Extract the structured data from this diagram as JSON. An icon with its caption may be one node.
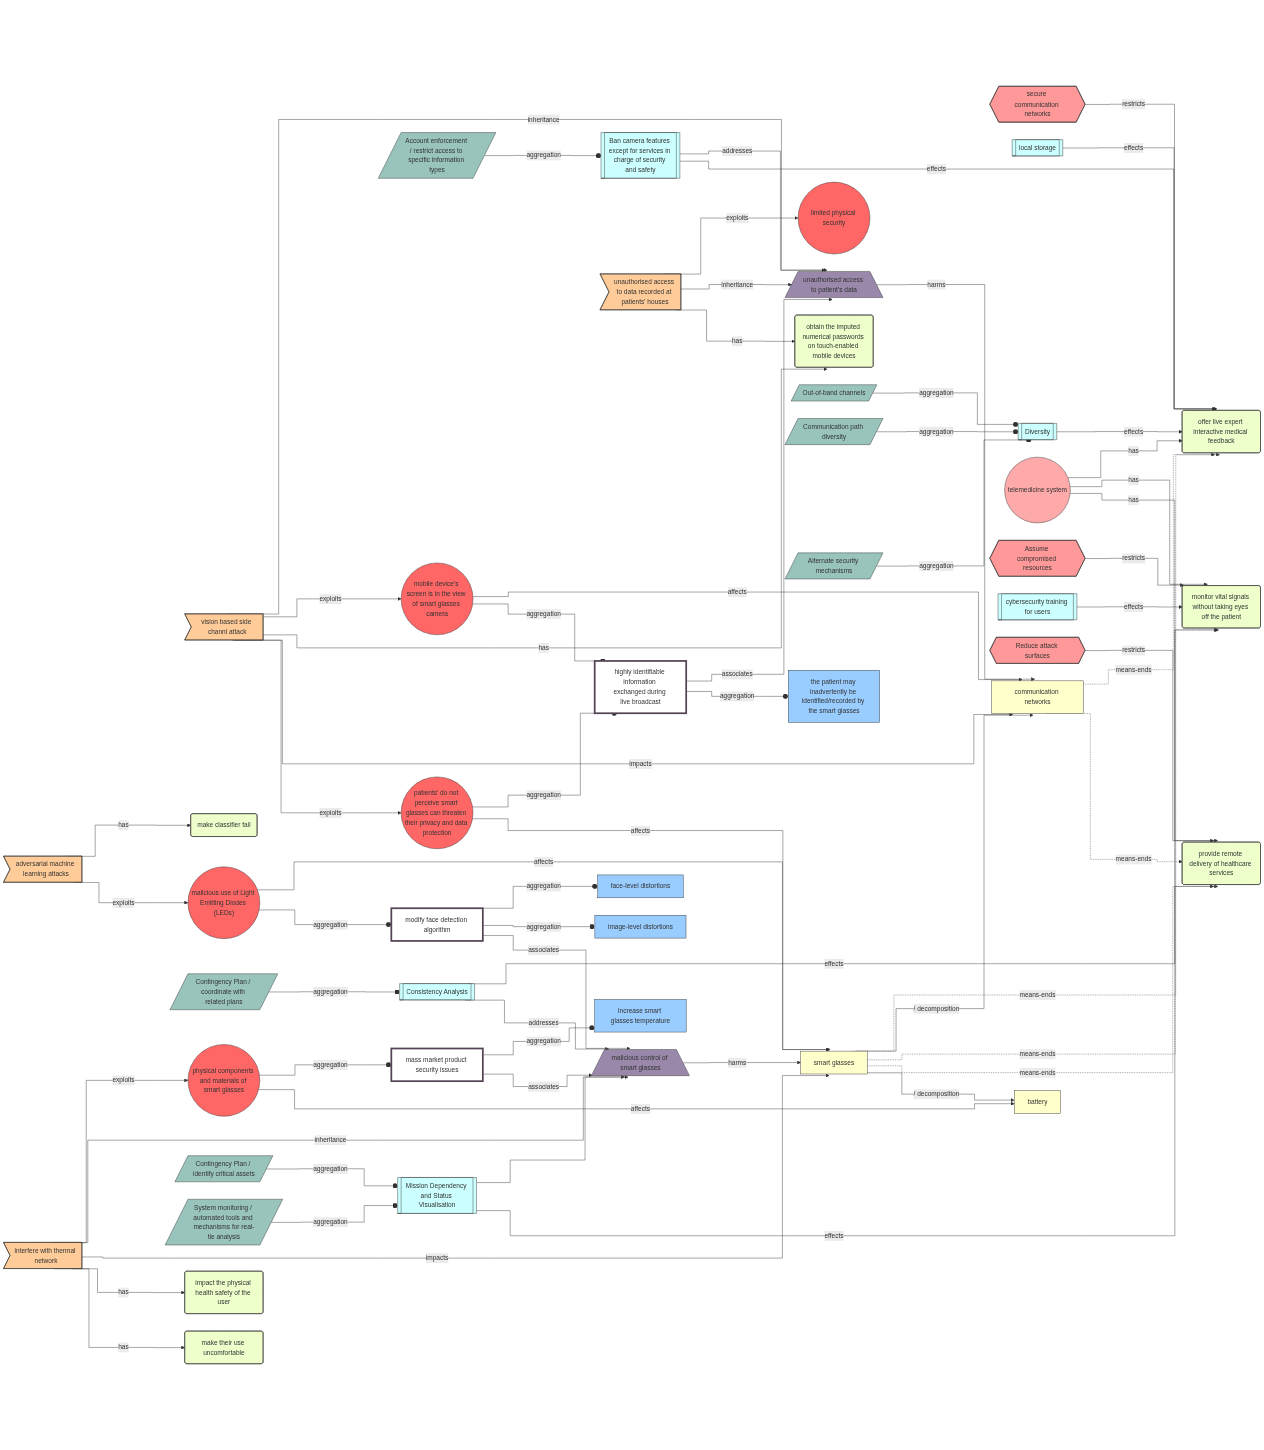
{
  "diagram": {
    "nodes": [
      {
        "text": [
          "Ban camera features except for services in charge of security and safety"
        ]
      },
      {
        "text": [
          "limited physical security"
        ]
      },
      {
        "text": [
          "unauthorised access to patient's data"
        ]
      },
      {
        "text": [
          "highly identifiable information exchanged during live broadcast"
        ]
      },
      {
        "text": [
          "the patient may inadvertently be identified/recorded by the smart glasses"
        ]
      },
      {
        "text": [
          "unauthorised access to data recorded at patients' houses"
        ]
      },
      {
        "text": [
          "mobile device's screen is in the view of smart glasses camera"
        ]
      },
      {
        "text": [
          "obtain the imputed numerical passwords on touch-enabled mobile devices"
        ]
      },
      {
        "text": [
          "increase smart glasses temperature"
        ]
      },
      {
        "text": [
          "secure communication networks"
        ]
      },
      {
        "text": [
          "Account enforcement / restrict access to specific information types"
        ]
      },
      {
        "text": [
          "Out-of-band channels"
        ]
      },
      {
        "text": [
          "local storage"
        ]
      },
      {
        "text": [
          "offer live expert interactive medical feedback"
        ]
      },
      {
        "text": [
          "communication networks"
        ]
      },
      {
        "text": [
          "vision based side channl attack"
        ]
      },
      {
        "text": [
          "patients' do not perceive smart glasses can threaten their privacy and data protection"
        ]
      },
      {
        "text": [
          "Communication path diversity"
        ]
      },
      {
        "text": [
          "Diversity"
        ]
      },
      {
        "text": [
          "telemedicine system"
        ]
      },
      {
        "text": [
          "monitor vital signals without taking eyes off the patient"
        ]
      },
      {
        "text": [
          "Assume compromised resources"
        ]
      },
      {
        "text": [
          "malicious use of Light Emitting Diodes (LEDs)"
        ]
      },
      {
        "text": [
          "cybersecurity training for users"
        ]
      },
      {
        "text": [
          "physical components and materials of smart glasses"
        ]
      },
      {
        "text": [
          "mass market product security issues"
        ]
      },
      {
        "text": [
          "face-level distortions"
        ]
      },
      {
        "text": [
          "Alternate security mechanisms"
        ]
      },
      {
        "text": [
          "provide remote delivery of healthcare services"
        ]
      },
      {
        "text": [
          "smart glasses"
        ]
      },
      {
        "text": [
          "malicious control of smart glasses"
        ]
      },
      {
        "text": [
          "image-level distortions"
        ]
      },
      {
        "text": [
          "adversarial machine learning attacks"
        ]
      },
      {
        "text": [
          "Contingency Plan / coordinate with related plans"
        ]
      },
      {
        "text": [
          "impact the physical health safety of the user"
        ]
      },
      {
        "text": [
          "Reduce attack surfaces"
        ]
      },
      {
        "text": [
          "battery"
        ]
      },
      {
        "text": [
          "interfere with thermal network"
        ]
      },
      {
        "text": [
          "modify face detection algorithm"
        ]
      },
      {
        "text": [
          "make classifier fail"
        ]
      },
      {
        "text": [
          "Contingency Plan / identify critical assets"
        ]
      },
      {
        "text": [
          "Mission Dependency and Status Visualisation"
        ]
      },
      {
        "text": [
          "System monitoring / automated tools and mechanisms for real-tie analysis"
        ]
      },
      {
        "text": [
          "Consistency Analysis"
        ]
      },
      {
        "text": [
          "make their use uncomfortable"
        ]
      }
    ],
    "edges": [
      {
        "from": 5,
        "to": 1,
        "label": "exploits",
        "arrow": "to"
      },
      {
        "from": 5,
        "to": 2,
        "label": "inheritance",
        "arrow": "to"
      },
      {
        "from": 5,
        "to": 7,
        "label": "has",
        "arrow": "to"
      },
      {
        "from": 0,
        "to": 2,
        "label": "addresses",
        "arrow": "to"
      },
      {
        "from": 3,
        "to": 2,
        "label": "associates",
        "arrow": "to"
      },
      {
        "from": 0,
        "to": 13,
        "label": "effects",
        "arrow": "to"
      },
      {
        "from": 10,
        "to": 0,
        "label": "aggregation",
        "arrow": "other"
      },
      {
        "from": 2,
        "to": 14,
        "label": "harms",
        "arrow": "to"
      },
      {
        "from": 15,
        "to": 2,
        "label": "inheritance",
        "arrow": "to"
      },
      {
        "from": 6,
        "to": 14,
        "label": "affects",
        "arrow": "to"
      },
      {
        "from": 15,
        "to": 6,
        "label": "exploits",
        "arrow": "to"
      },
      {
        "from": 6,
        "to": 3,
        "label": "aggregation",
        "arrow": "other"
      },
      {
        "from": 16,
        "to": 3,
        "label": "aggregation",
        "arrow": "other"
      },
      {
        "from": 3,
        "to": 4,
        "label": "aggregation",
        "arrow": "other"
      },
      {
        "from": 15,
        "to": 7,
        "label": "has",
        "arrow": "to"
      },
      {
        "from": 15,
        "to": 14,
        "label": "impacts",
        "arrow": "to"
      },
      {
        "from": 15,
        "to": 16,
        "label": "exploits",
        "arrow": "to"
      },
      {
        "from": 25,
        "to": 8,
        "label": "aggregation",
        "arrow": "other"
      },
      {
        "from": 9,
        "to": 13,
        "label": "restricts",
        "arrow": "to"
      },
      {
        "from": 12,
        "to": 13,
        "label": "effects",
        "arrow": "to"
      },
      {
        "from": 18,
        "to": 13,
        "label": "effects",
        "arrow": "to"
      },
      {
        "from": 14,
        "to": 13,
        "label": "means-ends",
        "arrow": "to",
        "style": "dashed"
      },
      {
        "from": 19,
        "to": 13,
        "label": "has",
        "arrow": "to"
      },
      {
        "from": 11,
        "to": 18,
        "label": "aggregation",
        "arrow": "other"
      },
      {
        "from": 17,
        "to": 18,
        "label": "aggregation",
        "arrow": "other"
      },
      {
        "from": 27,
        "to": 18,
        "label": "aggregation",
        "arrow": "other"
      },
      {
        "from": 19,
        "to": 20,
        "label": "has",
        "arrow": "to"
      },
      {
        "from": 19,
        "to": 28,
        "label": "has",
        "arrow": "to"
      },
      {
        "from": 22,
        "to": 29,
        "label": "affects",
        "arrow": "to"
      },
      {
        "from": 29,
        "to": 13,
        "label": "means-ends",
        "arrow": "to",
        "style": "dashed"
      },
      {
        "from": 14,
        "to": 28,
        "label": "means-ends",
        "arrow": "to",
        "style": "dashed"
      },
      {
        "from": 29,
        "to": 14,
        "label": "/ decomposition",
        "arrow": "to"
      },
      {
        "from": 29,
        "to": 20,
        "label": "means-ends",
        "arrow": "to",
        "style": "dashed"
      },
      {
        "from": 29,
        "to": 28,
        "label": "means-ends",
        "arrow": "to",
        "style": "dashed"
      },
      {
        "from": 21,
        "to": 20,
        "label": "restricts",
        "arrow": "to"
      },
      {
        "from": 23,
        "to": 20,
        "label": "effects",
        "arrow": "to"
      },
      {
        "from": 16,
        "to": 29,
        "label": "affects",
        "arrow": "to"
      },
      {
        "from": 24,
        "to": 25,
        "label": "aggregation",
        "arrow": "other"
      },
      {
        "from": 25,
        "to": 30,
        "label": "associates",
        "arrow": "to"
      },
      {
        "from": 24,
        "to": 36,
        "label": "affects",
        "arrow": "to"
      },
      {
        "from": 37,
        "to": 24,
        "label": "exploits",
        "arrow": "to"
      },
      {
        "from": 43,
        "to": 20,
        "label": "effects",
        "arrow": "to"
      },
      {
        "from": 43,
        "to": 30,
        "label": "addresses",
        "arrow": "to"
      },
      {
        "from": 37,
        "to": 30,
        "label": "inheritance",
        "arrow": "to"
      },
      {
        "from": 37,
        "to": 29,
        "label": "impacts",
        "arrow": "to"
      },
      {
        "from": 30,
        "to": 29,
        "label": "harms",
        "arrow": "to"
      },
      {
        "from": 29,
        "to": 36,
        "label": "/ decomposition",
        "arrow": "to"
      },
      {
        "from": 41,
        "to": 30,
        "arrow": "to"
      },
      {
        "from": 41,
        "to": 28,
        "label": "effects",
        "arrow": "to"
      },
      {
        "from": 35,
        "to": 28,
        "label": "restricts",
        "arrow": "to"
      },
      {
        "from": 33,
        "to": 43,
        "label": "aggregation",
        "arrow": "other"
      },
      {
        "from": 37,
        "to": 34,
        "label": "has",
        "arrow": "to"
      },
      {
        "from": 37,
        "to": 44,
        "label": "has",
        "arrow": "to"
      },
      {
        "from": 40,
        "to": 41,
        "label": "aggregation",
        "arrow": "other"
      },
      {
        "from": 42,
        "to": 41,
        "label": "aggregation",
        "arrow": "other"
      },
      {
        "from": 32,
        "to": 39,
        "label": "has",
        "arrow": "to"
      },
      {
        "from": 32,
        "to": 22,
        "label": "exploits",
        "arrow": "to"
      },
      {
        "from": 38,
        "to": 26,
        "label": "aggregation",
        "arrow": "other"
      },
      {
        "from": 38,
        "to": 31,
        "label": "aggregation",
        "arrow": "other"
      },
      {
        "from": 22,
        "to": 38,
        "label": "aggregation",
        "arrow": "other"
      },
      {
        "from": 38,
        "to": 30,
        "label": "associates",
        "arrow": "to"
      }
    ]
  }
}
